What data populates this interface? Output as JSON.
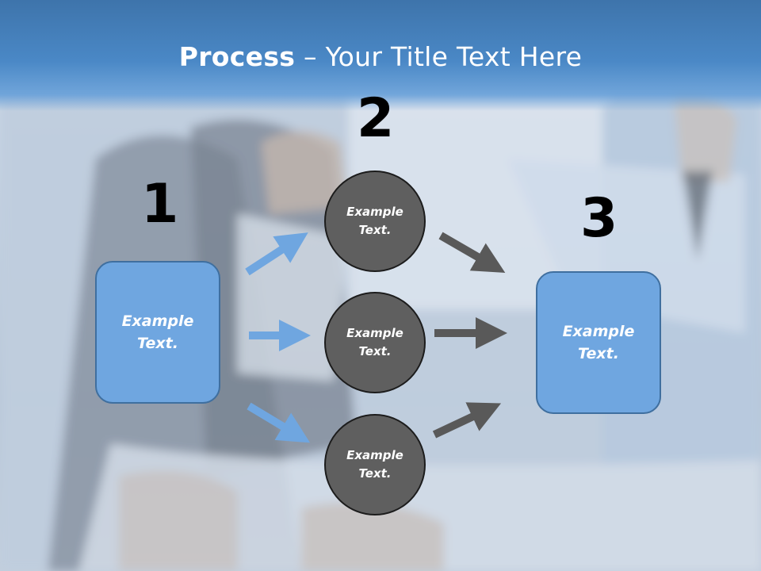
{
  "slide": {
    "title_bold": "Process",
    "title_rest": " – Your Title Text Here",
    "step_numbers": [
      "1",
      "2",
      "3"
    ],
    "left_box": {
      "line1": "Example",
      "line2": "Text."
    },
    "circles": [
      {
        "line1": "Example",
        "line2": "Text."
      },
      {
        "line1": "Example",
        "line2": "Text."
      },
      {
        "line1": "Example",
        "line2": "Text."
      }
    ],
    "right_box": {
      "line1": "Example",
      "line2": "Text."
    }
  },
  "colors": {
    "header_blue": "#4a88c6",
    "box_fill": "#6fa6e0",
    "circle_fill": "#5f5f5f",
    "arrow_blue": "#6fa6e0",
    "arrow_gray": "#595959"
  }
}
